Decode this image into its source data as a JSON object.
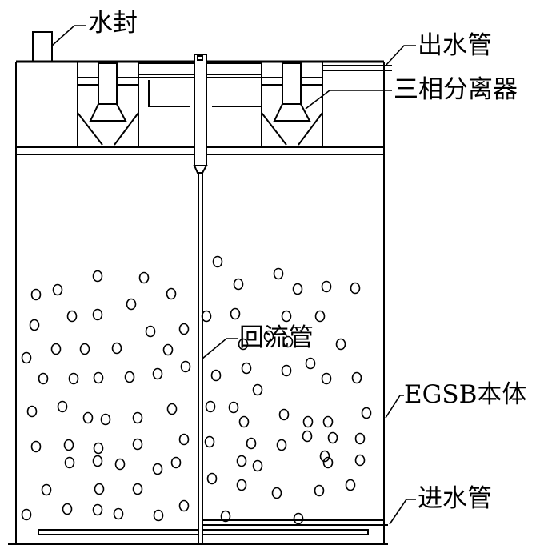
{
  "labels": {
    "water_seal": "水封",
    "outlet_pipe": "出水管",
    "three_phase_separator": "三相分离器",
    "reflux_pipe": "回流管",
    "egsb_body": "EGSB本体",
    "inlet_pipe": "进水管"
  },
  "colors": {
    "stroke": "#000000",
    "background": "#ffffff"
  }
}
